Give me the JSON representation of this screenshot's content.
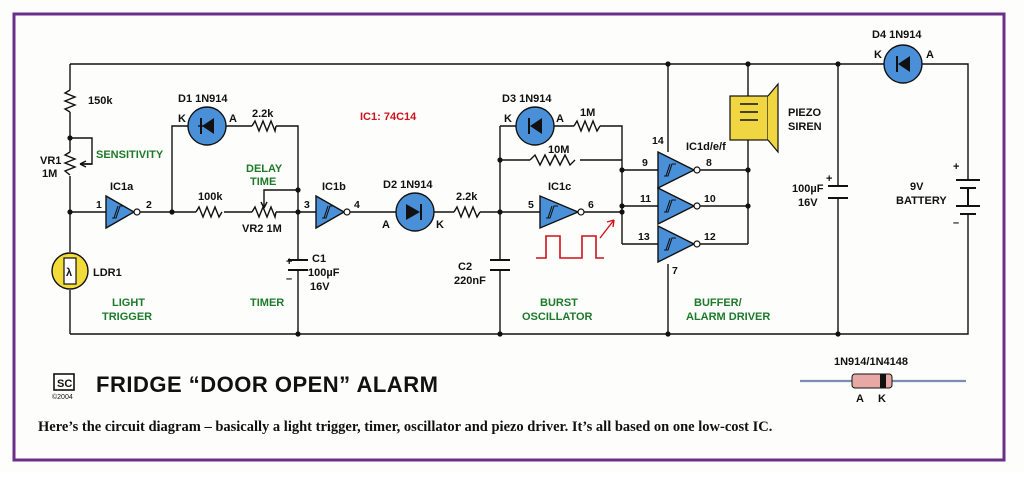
{
  "title": "FRIDGE “DOOR OPEN” ALARM",
  "caption": "Here’s the circuit diagram – basically a light trigger, timer, oscillator and piezo driver. It’s all based on one low-cost IC.",
  "logo": {
    "text": "SC",
    "year": "©2004"
  },
  "ic_label": "IC1: 74C14",
  "components": {
    "r_150k": "150k",
    "vr1": [
      "VR1",
      "1M"
    ],
    "sensitivity": "SENSITIVITY",
    "ldr": "LDR1",
    "ldr_symbol": "λ",
    "ic1a": "IC1a",
    "ic1b": "IC1b",
    "ic1c": "IC1c",
    "ic1def": "IC1d/e/f",
    "d1": "D1  1N914",
    "d2": "D2  1N914",
    "d3": "D3  1N914",
    "d4": "D4  1N914",
    "r_2k2_a": "2.2k",
    "r_2k2_b": "2.2k",
    "r_100k": "100k",
    "delay_time": [
      "DELAY",
      "TIME"
    ],
    "vr2": "VR2  1M",
    "c1": [
      "C1",
      "100µF",
      "16V"
    ],
    "c2": [
      "C2",
      "220nF"
    ],
    "r_10m": "10M",
    "r_1m": "1M",
    "piezo": [
      "PIEZO",
      "SIREN"
    ],
    "c_bat": [
      "100µF",
      "16V"
    ],
    "battery": [
      "9V",
      "BATTERY"
    ],
    "diode_pkg": "1N914/1N4148",
    "anode": "A",
    "cathode": "K",
    "plus": "+",
    "minus": "–"
  },
  "sections": {
    "light_trigger": [
      "LIGHT",
      "TRIGGER"
    ],
    "timer": "TIMER",
    "burst_oscillator": [
      "BURST",
      "OSCILLATOR"
    ],
    "buffer": [
      "BUFFER/",
      "ALARM DRIVER"
    ]
  },
  "pins": {
    "p1": "1",
    "p2": "2",
    "p3": "3",
    "p4": "4",
    "p5": "5",
    "p6": "6",
    "p7": "7",
    "p8": "8",
    "p9": "9",
    "p10": "10",
    "p11": "11",
    "p12": "12",
    "p13": "13",
    "p14": "14"
  },
  "colors": {
    "border": "#6b2f8a",
    "wire": "#111111",
    "diode": "#4a90d9",
    "green": "#1d7a2a",
    "red": "#d0121b",
    "piezo": "#f0d640",
    "ldr": "#f3dc3a"
  }
}
